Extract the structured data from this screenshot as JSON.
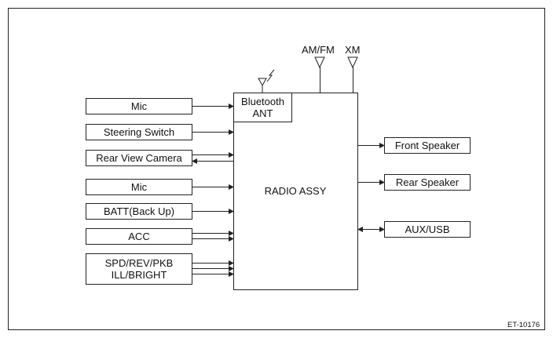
{
  "inputs": {
    "mic_1": "Mic",
    "steering_switch": "Steering Switch",
    "rear_view_camera": "Rear View Camera",
    "mic_2": "Mic",
    "batt_backup": "BATT(Back Up)",
    "acc": "ACC",
    "spd_rev_pkb": "SPD/REV/PKB\nILL/BRIGHT"
  },
  "center": {
    "bluetooth_ant": "Bluetooth\nANT",
    "radio_assy": "RADIO ASSY"
  },
  "antennas": {
    "am_fm": "AM/FM",
    "xm": "XM"
  },
  "outputs": {
    "front_speaker": "Front Speaker",
    "rear_speaker": "Rear Speaker",
    "aux_usb": "AUX/USB"
  },
  "figure_id": "ET-10176"
}
